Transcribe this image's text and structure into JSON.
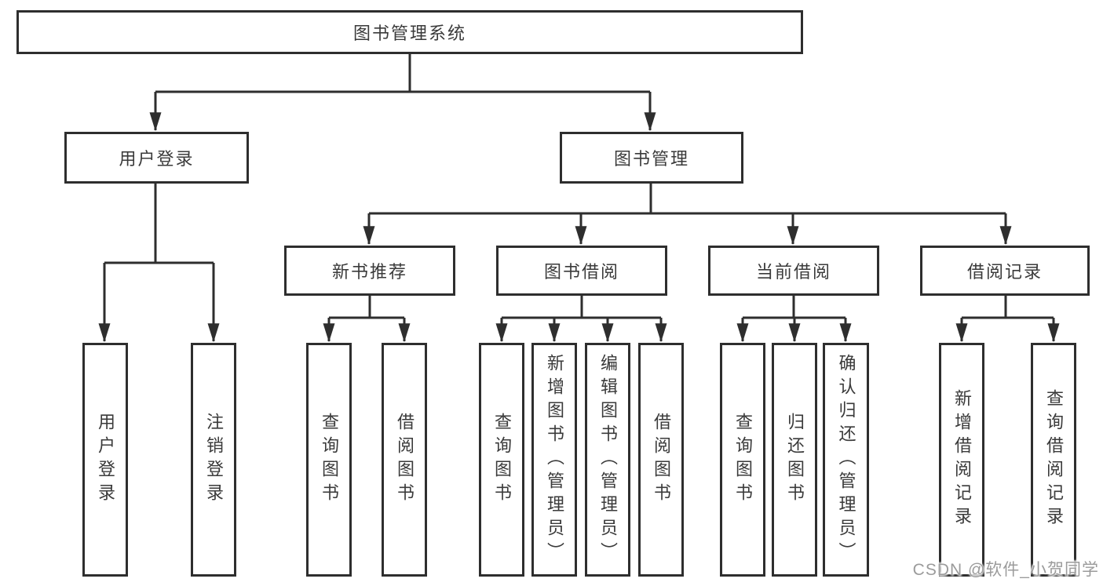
{
  "diagram": {
    "root": {
      "label": "图书管理系统"
    },
    "level2": {
      "user_login": {
        "label": "用户登录"
      },
      "book_management": {
        "label": "图书管理"
      }
    },
    "level3": {
      "new_book_recommend": {
        "label": "新书推荐"
      },
      "book_borrow": {
        "label": "图书借阅"
      },
      "current_borrow": {
        "label": "当前借阅"
      },
      "borrow_records": {
        "label": "借阅记录"
      }
    },
    "leaves": {
      "user_login_login": {
        "label": "用户登录"
      },
      "user_login_logout": {
        "label": "注销登录"
      },
      "new_book_query": {
        "label": "查询图书"
      },
      "new_book_borrow": {
        "label": "借阅图书"
      },
      "borrow_query": {
        "label": "查询图书"
      },
      "borrow_add_admin": {
        "label": "新增图书（管理员）"
      },
      "borrow_edit_admin": {
        "label": "编辑图书（管理员）"
      },
      "borrow_borrow": {
        "label": "借阅图书"
      },
      "current_query": {
        "label": "查询图书"
      },
      "current_return": {
        "label": "归还图书"
      },
      "current_confirm_admin": {
        "label": "确认归还（管理员）"
      },
      "records_add": {
        "label": "新增借阅记录"
      },
      "records_query": {
        "label": "查询借阅记录"
      }
    },
    "watermark": "CSDN @软件_小贺同学",
    "colors": {
      "border": "#2e2e2e",
      "text": "#3a3a3a",
      "line": "#2e2e2e",
      "watermark": "#9b9b9b",
      "background": "#ffffff"
    }
  }
}
